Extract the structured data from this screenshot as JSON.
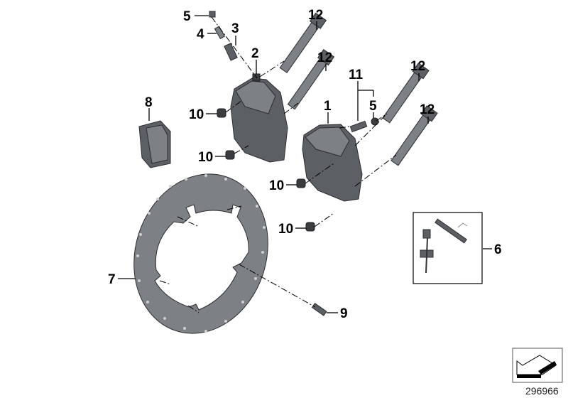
{
  "diagram": {
    "callouts": {
      "c5a": "5",
      "c4": "4",
      "c3": "3",
      "c2": "2",
      "c12a": "12",
      "c12b": "12",
      "c12c": "12",
      "c12d": "12",
      "c11": "11",
      "c5b": "5",
      "c1": "1",
      "c8": "8",
      "c10a": "10",
      "c10b": "10",
      "c10c": "10",
      "c10d": "10",
      "c7": "7",
      "c9": "9",
      "c6": "6"
    },
    "diagram_number": "296966"
  }
}
